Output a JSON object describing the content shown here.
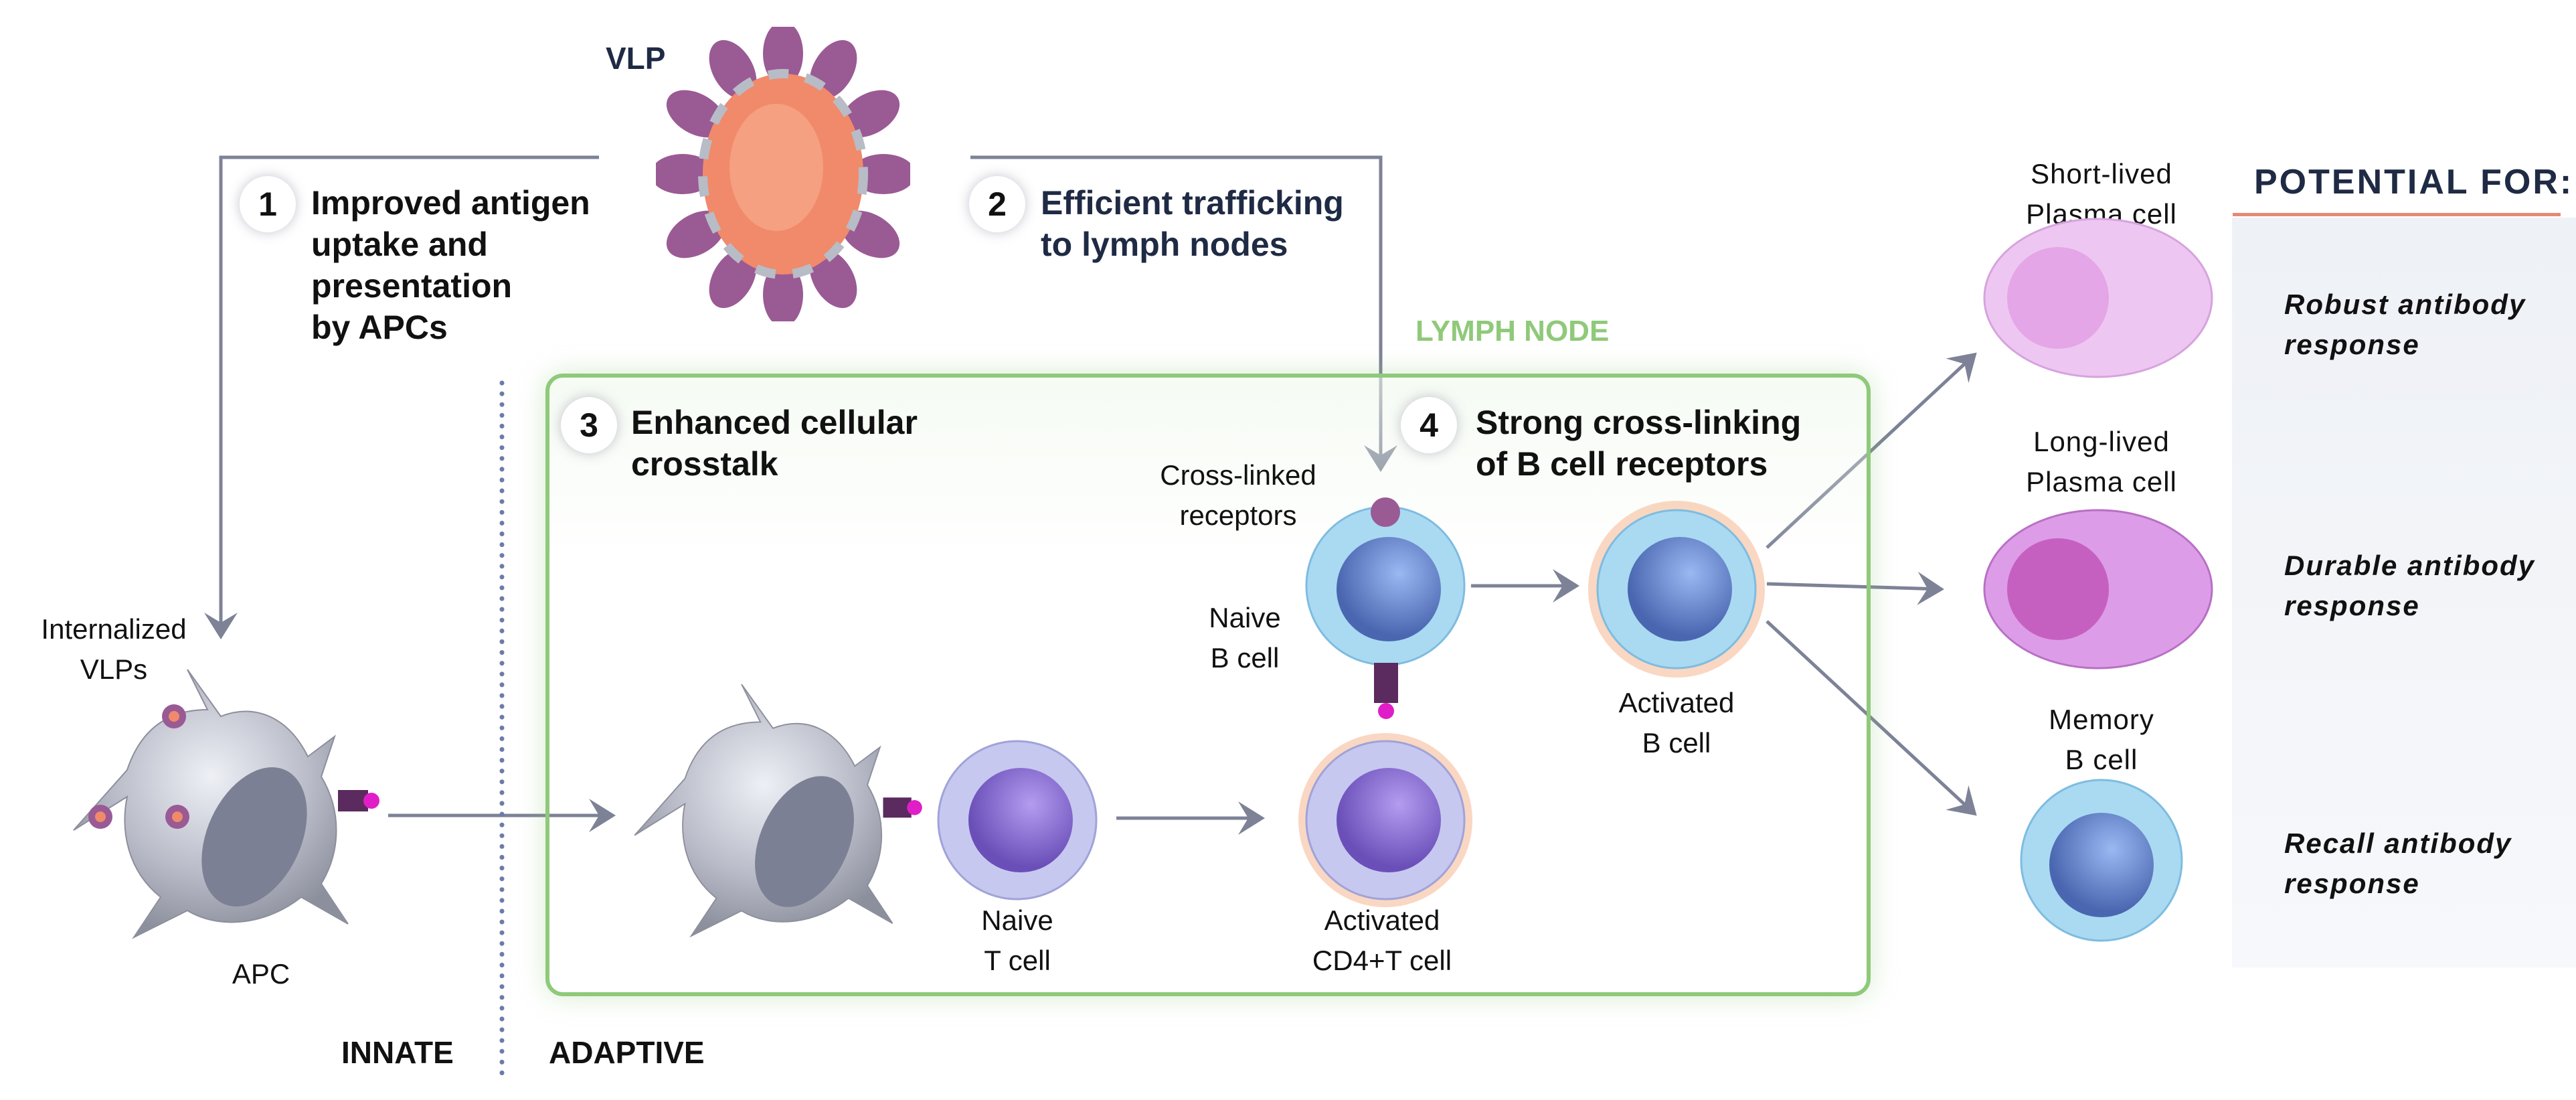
{
  "vlp": {
    "label": "VLP",
    "icon": "vlp-particle-icon"
  },
  "steps": [
    {
      "number": "1",
      "lines": [
        "Improved antigen",
        "uptake and",
        "presentation",
        "by APCs"
      ]
    },
    {
      "number": "2",
      "lines": [
        "Efficient trafficking",
        "to lymph nodes"
      ]
    },
    {
      "number": "3",
      "lines": [
        "Enhanced cellular",
        "crosstalk"
      ]
    },
    {
      "number": "4",
      "lines": [
        "Strong cross-linking",
        "of B cell receptors"
      ]
    }
  ],
  "lymph_node": {
    "label": "LYMPH NODE",
    "border_color": "#8fc97a"
  },
  "cells": {
    "internalized_vlps": [
      "Internalized",
      "VLPs"
    ],
    "apc": "APC",
    "naive_t": [
      "Naive",
      "T cell"
    ],
    "activated_cd4": [
      "Activated",
      "CD4+T cell"
    ],
    "cross_linked": [
      "Cross-linked",
      "receptors"
    ],
    "naive_b": [
      "Naive",
      "B cell"
    ],
    "activated_b": [
      "Activated",
      "B cell"
    ],
    "short_plasma": [
      "Short-lived",
      "Plasma cell"
    ],
    "long_plasma": [
      "Long-lived",
      "Plasma cell"
    ],
    "memory_b": [
      "Memory",
      "B cell"
    ]
  },
  "sections": {
    "innate": "INNATE",
    "adaptive": "ADAPTIVE"
  },
  "potential": {
    "header": "POTENTIAL FOR:",
    "accent": "#e58a72",
    "outcomes": [
      [
        "Robust antibody",
        "response"
      ],
      [
        "Durable antibody",
        "response"
      ],
      [
        "Recall antibody",
        "response"
      ]
    ]
  },
  "colors": {
    "arrow": "#7d8296",
    "navy": "#1f2a44",
    "vlp_spike": "#9a5a94",
    "vlp_core": "#f08a6a",
    "apc": "#b9bcc8",
    "t_cell": "#c7c8f0",
    "b_cell": "#a9daf2",
    "plasma_short": "#eec6f2",
    "plasma_long": "#dd9ce8"
  }
}
